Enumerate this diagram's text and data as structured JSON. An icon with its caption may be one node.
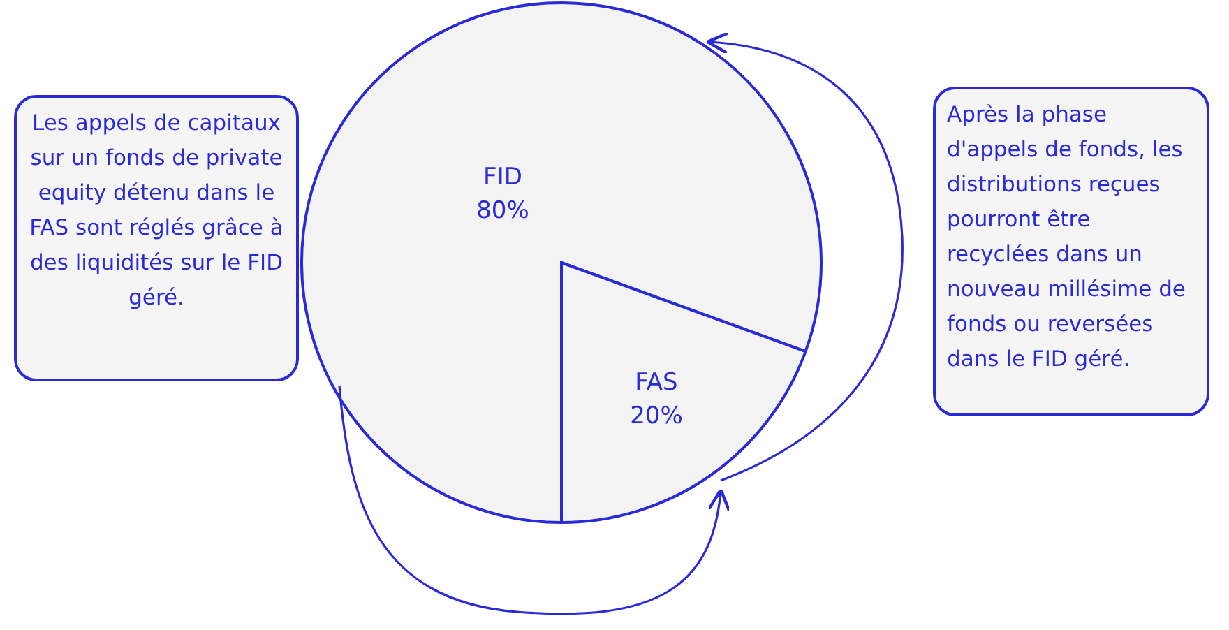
{
  "diagram": {
    "nodes": [
      {
        "text": [
          "Les appels de capitaux sur un fonds de private equity détenu dans le FAS sont réglés grâce à des liquidités sur le FID géré."
        ]
      },
      {
        "text": [
          "FID 80%"
        ]
      },
      {
        "text": [
          "FAS 20%"
        ]
      },
      {
        "text": [
          "Après la phase d'appels de fonds, les distributions reçues pourront être recyclées dans un nouveau millésime de fonds ou reversées dans le FID géré."
        ]
      }
    ],
    "edges": [
      {
        "from": 1,
        "to": 2,
        "arrow": "to"
      },
      {
        "from": 2,
        "to": 1,
        "arrow": "to"
      }
    ]
  }
}
